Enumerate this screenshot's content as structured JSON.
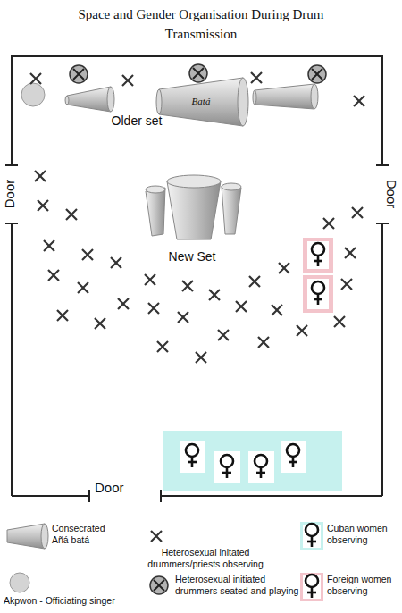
{
  "diagram": {
    "title": "Space and Gender Organisation During Drum Transmission",
    "labels": [
      "Older set",
      "Batá",
      "New Set",
      "Door",
      "Door",
      "Door"
    ],
    "legend": [
      {
        "text": "Consecrated Añá batá"
      },
      {
        "text": "Heterosexual initated drummers/priests observing"
      },
      {
        "text": "Cuban women observing",
        "color": "#c6f1ee"
      },
      {
        "text": "Akpwon - Officiating singer"
      },
      {
        "text": "Heterosexual initiated drummers seated and playing"
      },
      {
        "text": "Foreign women observing",
        "color": "#f3c4cb"
      }
    ]
  }
}
